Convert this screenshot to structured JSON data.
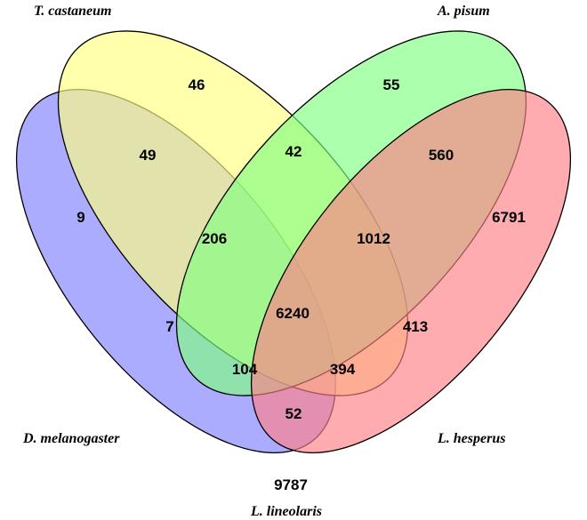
{
  "sets": {
    "d_melanogaster": {
      "label": "D. melanogaster",
      "color": "#7f7fff"
    },
    "t_castaneum": {
      "label": "T. castaneum",
      "color": "#ffff7f"
    },
    "a_pisum": {
      "label": "A. pisum",
      "color": "#7fff7f"
    },
    "l_hesperus": {
      "label": "L. hesperus",
      "color": "#ff7f87"
    }
  },
  "outside_set": {
    "label": "L. lineolaris",
    "count": "9787"
  },
  "regions": {
    "d_only": "9",
    "t_only": "46",
    "a_only": "55",
    "h_only": "6791",
    "d_t": "49",
    "t_a": "42",
    "a_h": "560",
    "d_t_a": "206",
    "t_a_h": "1012",
    "d_a": "7",
    "t_h": "413",
    "all_four": "6240",
    "d_a_h": "104",
    "d_t_h": "394",
    "d_h": "52"
  }
}
